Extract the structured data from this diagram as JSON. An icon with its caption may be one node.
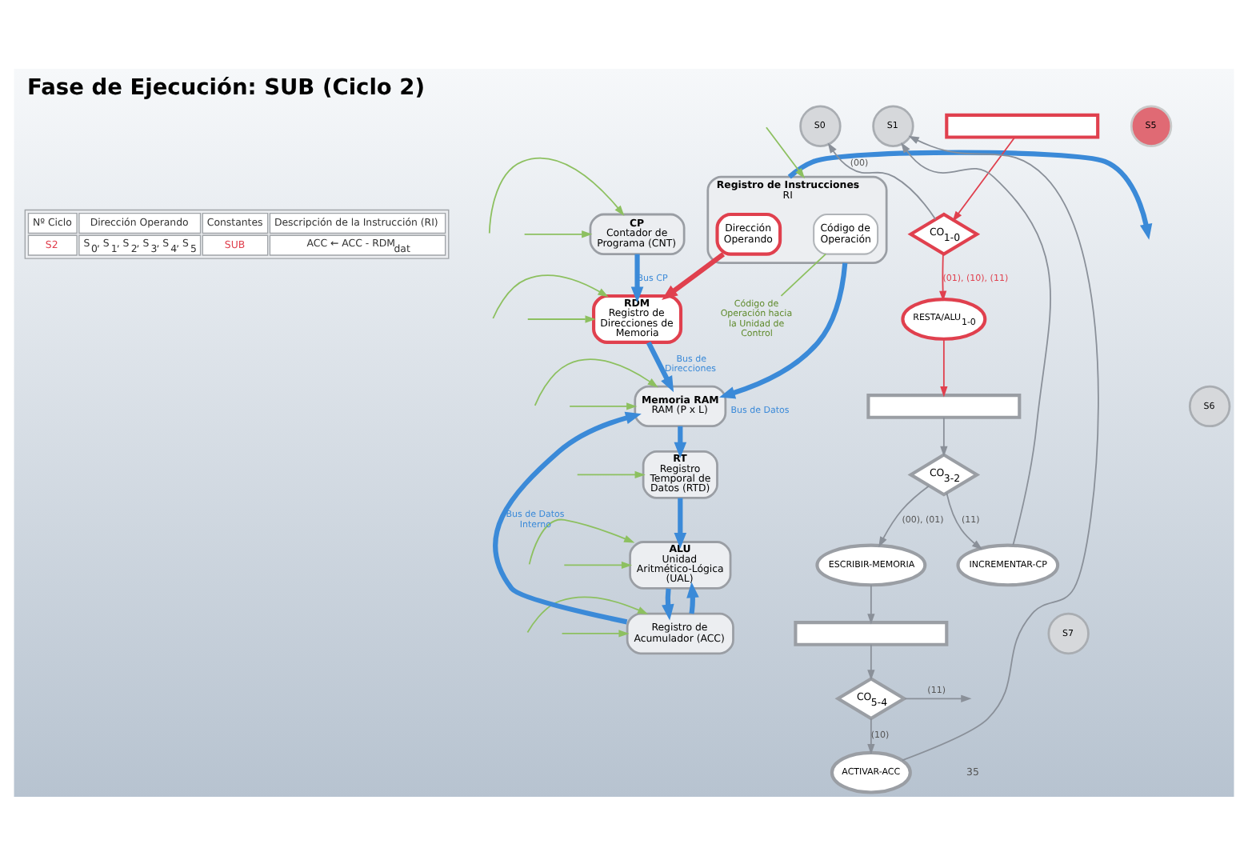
{
  "diagram": {
    "title": "Fase de Ejecución: SUB (Ciclo 2)",
    "nodes": [
      {
        "text": [
          "CP",
          "Contador de Programa (CNT)"
        ]
      },
      {
        "text": [
          "RDM",
          "Registro de Direcciones de Memoria"
        ]
      },
      {
        "text": [
          "Memoria RAM",
          "RAM (P x L)"
        ]
      },
      {
        "text": [
          "Registro de Instrucciones",
          "RI"
        ]
      },
      {
        "text": [
          "Código de Operación"
        ],
        "in": 3
      },
      {
        "text": [
          "Dirección Operando"
        ],
        "in": 3
      },
      {
        "text": [
          "RT",
          "Registro Temporal de Datos (RTD)"
        ]
      },
      {
        "text": [
          "ALU",
          "Unidad Aritmético-Lógica (UAL)"
        ]
      },
      {
        "text": [
          "Registro de Acumulador (ACC)"
        ]
      },
      {
        "text": [
          "Código de Operación hacia la Unidad de Control"
        ]
      },
      {
        "text": [
          "S0"
        ]
      },
      {
        "text": [
          "S5"
        ]
      },
      {
        "text": [],
        "shape": "box"
      },
      {
        "text": [
          "S1"
        ]
      },
      {
        "text": [
          "CO$_{1-0}$"
        ]
      },
      {
        "text": [
          "RESTA/ALU$_{1-0}$"
        ]
      },
      {
        "text": [
          "S6"
        ]
      },
      {
        "text": [],
        "shape": "box"
      },
      {
        "text": [
          "CO$_{3-2}$"
        ]
      },
      {
        "text": [
          "ESCRIBIR-MEMORIA"
        ]
      },
      {
        "text": [
          "INCREMENTAR-CP"
        ]
      },
      {
        "text": [
          "S7"
        ]
      },
      {
        "text": [],
        "shape": "box"
      },
      {
        "text": [
          "CO$_{5-4}$"
        ]
      },
      {
        "text": [
          "ACTIVAR-ACC"
        ]
      }
    ],
    "edges": [
      {
        "from": 0,
        "to": 1,
        "arrow": "to",
        "label": "Bus CP",
        "style": "thick",
        "color": "#3b8ad8"
      },
      {
        "from": 1,
        "to": 2,
        "arrow": "to",
        "label": "Bus de Direcciones",
        "style": "thick",
        "color": "#3b8ad8"
      },
      {
        "from": 5,
        "to": 1,
        "arrow": "to",
        "style": "thick",
        "color": "#e0404e"
      },
      {
        "from": 3,
        "to": 2,
        "arrow": "to",
        "label": "Bus de Datos",
        "style": "thick",
        "color": "#3b8ad8"
      },
      {
        "from": 2,
        "to": 6,
        "arrow": "to",
        "style": "thick",
        "color": "#3b8ad8"
      },
      {
        "from": 6,
        "to": 7,
        "arrow": "to",
        "style": "thick",
        "color": "#3b8ad8"
      },
      {
        "from": 7,
        "to": 8,
        "arrow": "to",
        "style": "thick",
        "color": "#3b8ad8"
      },
      {
        "from": 8,
        "to": 7,
        "arrow": "to",
        "style": "thick",
        "color": "#3b8ad8"
      },
      {
        "from": 8,
        "to": 2,
        "arrow": "to",
        "label": "Bus de Datos Interno",
        "style": "thick",
        "color": "#3b8ad8"
      },
      {
        "from": 3,
        "to": null,
        "arrow": "to",
        "style": "thick",
        "color": "#3b8ad8"
      },
      {
        "from": 4,
        "to": 9,
        "arrow": "none",
        "color": "#8dc060"
      },
      {
        "from": null,
        "to": 0,
        "arrow": "to",
        "color": "#8dc060"
      },
      {
        "from": null,
        "to": 0,
        "arrow": "to",
        "color": "#8dc060"
      },
      {
        "from": null,
        "to": 1,
        "arrow": "to",
        "color": "#8dc060"
      },
      {
        "from": null,
        "to": 1,
        "arrow": "to",
        "color": "#8dc060"
      },
      {
        "from": null,
        "to": 2,
        "arrow": "to",
        "color": "#8dc060"
      },
      {
        "from": null,
        "to": 2,
        "arrow": "to",
        "color": "#8dc060"
      },
      {
        "from": null,
        "to": 3,
        "arrow": "to",
        "color": "#8dc060"
      },
      {
        "from": null,
        "to": 6,
        "arrow": "to",
        "color": "#8dc060"
      },
      {
        "from": null,
        "to": 7,
        "arrow": "to",
        "color": "#8dc060"
      },
      {
        "from": null,
        "to": 7,
        "arrow": "to",
        "color": "#8dc060"
      },
      {
        "from": null,
        "to": 8,
        "arrow": "to",
        "color": "#8dc060"
      },
      {
        "from": null,
        "to": 8,
        "arrow": "to",
        "color": "#8dc060"
      },
      {
        "from": 12,
        "to": 14,
        "arrow": "to",
        "color": "#e0404e"
      },
      {
        "from": 14,
        "to": 10,
        "arrow": "to",
        "label": "(00)"
      },
      {
        "from": 14,
        "to": 15,
        "arrow": "to",
        "label": "(01), (10), (11)",
        "color": "#e0404e"
      },
      {
        "from": 15,
        "to": 17,
        "arrow": "to",
        "color": "#e0404e"
      },
      {
        "from": 17,
        "to": 18,
        "arrow": "to"
      },
      {
        "from": 18,
        "to": 19,
        "arrow": "to",
        "label": "(00), (01)"
      },
      {
        "from": 18,
        "to": 20,
        "arrow": "to",
        "label": "(11)"
      },
      {
        "from": 19,
        "to": 22,
        "arrow": "to"
      },
      {
        "from": 20,
        "to": 13,
        "arrow": "to"
      },
      {
        "from": 22,
        "to": 23,
        "arrow": "to"
      },
      {
        "from": 23,
        "to": 24,
        "arrow": "to",
        "label": "(10)"
      },
      {
        "from": 23,
        "to": null,
        "arrow": "to",
        "label": "(11)"
      },
      {
        "from": 24,
        "to": 13,
        "arrow": "to"
      }
    ],
    "labels": [
      "Nº Ciclo",
      "Dirección Operando",
      "Constantes",
      "Descripción de la Instrucción (RI)",
      "S2",
      "S$_{0}$, S$_{1}$, S$_{2}$, S$_{3}$, S$_{4}$, S$_{5}$",
      "SUB",
      "ACC ← ACC - RDM$_{dat}$",
      "35"
    ]
  }
}
